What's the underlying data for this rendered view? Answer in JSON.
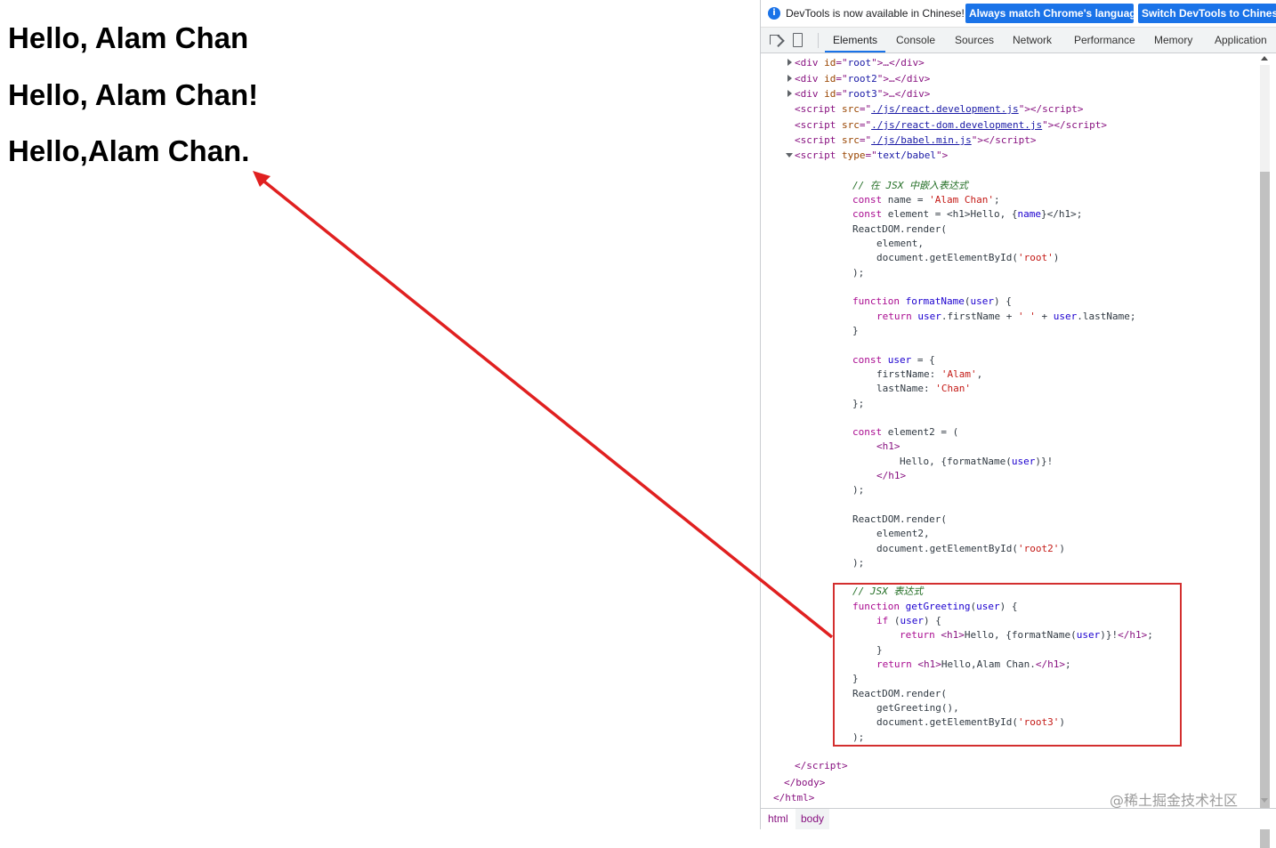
{
  "page": {
    "headings": [
      "Hello, Alam Chan",
      "Hello, Alam Chan!",
      "Hello,Alam Chan."
    ]
  },
  "devtools": {
    "infobar": {
      "icon": "info-icon",
      "text": "DevTools is now available in Chinese!",
      "match_button": "Always match Chrome's language",
      "switch_button": "Switch DevTools to Chinese"
    },
    "tabs": [
      "Elements",
      "Console",
      "Sources",
      "Network",
      "Performance",
      "Memory",
      "Application"
    ],
    "active_tab": "Elements",
    "tree": {
      "div_root": "root",
      "div_root2": "root2",
      "div_root3": "root3",
      "script_react": "./js/react.development.js",
      "script_react_dom": "./js/react-dom.development.js",
      "script_babel": "./js/babel.min.js",
      "script_type": "text/babel",
      "comment1": "// 在 JSX 中嵌入表达式",
      "comment2": "// JSX 表达式"
    },
    "breadcrumbs": [
      "html",
      "body"
    ],
    "accent_color": "#1a73e8",
    "highlight_color": "#d32f2f"
  },
  "watermark": "@稀土掘金技术社区"
}
